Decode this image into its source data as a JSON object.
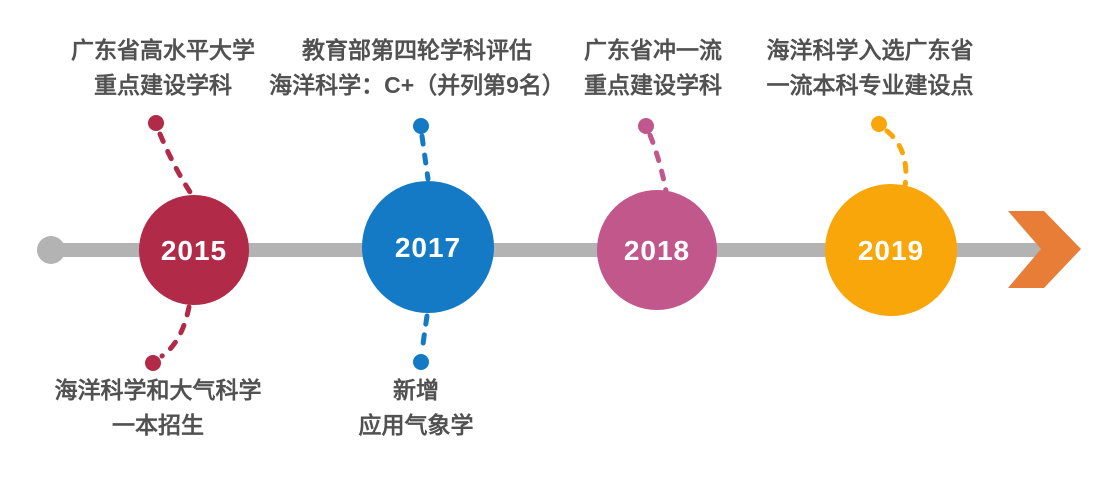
{
  "title": "学科发展时间轴",
  "colors": {
    "background": "#FFFFFF",
    "timeline_line": "#B3B3B3",
    "arrow": "#E87D37",
    "label_text": "#515151",
    "year_text": "#FFFFFF"
  },
  "timeline": {
    "direction": "left-to-right",
    "events": [
      {
        "year": "2015",
        "color": "#B12A47",
        "top_lines": [
          "广东省高水平大学",
          "重点建设学科"
        ],
        "bottom_lines": [
          "海洋科学和大气科学",
          "一本招生"
        ]
      },
      {
        "year": "2017",
        "color": "#147AC5",
        "top_lines": [
          "教育部第四轮学科评估",
          "海洋科学：C+（并列第9名）"
        ],
        "bottom_lines": [
          "新增",
          "应用气象学"
        ]
      },
      {
        "year": "2018",
        "color": "#C2578B",
        "top_lines": [
          "广东省冲一流",
          "重点建设学科"
        ],
        "bottom_lines": []
      },
      {
        "year": "2019",
        "color": "#F8A609",
        "top_lines": [
          "海洋科学入选广东省",
          "一流本科专业建设点"
        ],
        "bottom_lines": []
      }
    ]
  }
}
